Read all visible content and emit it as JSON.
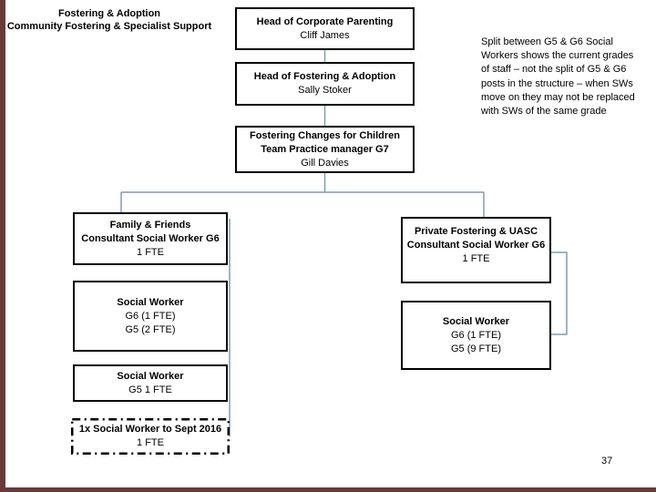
{
  "title": {
    "line1": "Fostering & Adoption",
    "line2": "Community Fostering & Specialist Support"
  },
  "note": "Split between G5 & G6 Social Workers shows the current grades of staff – not the split of G5 & G6 posts in the structure – when SWs move on they may not be replaced with SWs of the same grade",
  "boxes": {
    "corporate_parenting": {
      "title": "Head of Corporate Parenting",
      "name": "Cliff James"
    },
    "fostering_adoption": {
      "title": "Head of Fostering & Adoption",
      "name": "Sally Stoker"
    },
    "team_manager": {
      "title": "Fostering Changes for Children",
      "subtitle": "Team Practice manager G7",
      "name": "Gill Davies"
    },
    "family_friends": {
      "title": "Family & Friends",
      "subtitle": "Consultant Social Worker G6",
      "fte": "1 FTE"
    },
    "social_worker_left_1": {
      "title": "Social Worker",
      "line2": "G6 (1 FTE)",
      "line3": "G5 (2 FTE)"
    },
    "social_worker_left_2": {
      "title": "Social Worker",
      "line2": "G5 1 FTE"
    },
    "social_worker_temp": {
      "title": "1x Social Worker to Sept 2016",
      "fte": "1 FTE"
    },
    "private_fostering": {
      "title": "Private Fostering & UASC",
      "subtitle": "Consultant Social Worker G6",
      "fte": "1 FTE"
    },
    "social_worker_right": {
      "title": "Social Worker",
      "line2": "G6 (1 FTE)",
      "line3": "G5 (9 FTE)"
    }
  },
  "page": {
    "number": "37"
  },
  "colors": {
    "connector": "#7f9bb5",
    "box_border": "#000000",
    "slide_border": "#6b3a38"
  }
}
